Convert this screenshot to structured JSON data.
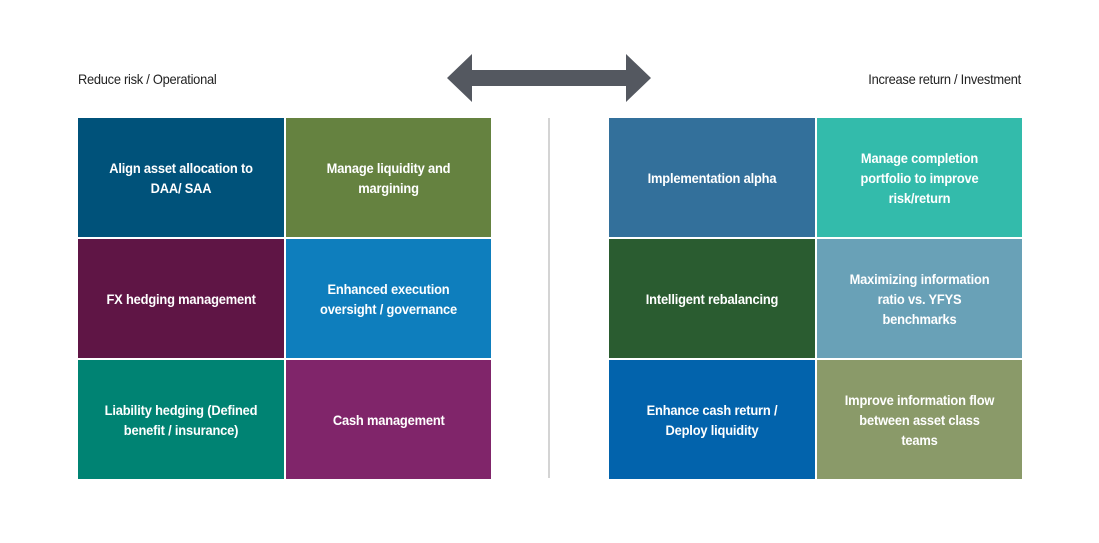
{
  "header": {
    "left_label": "Reduce risk / Operational",
    "right_label": "Increase return / Investment",
    "arrow_icon": "double-headed-arrow",
    "arrow_color": "#545860"
  },
  "left_grid": {
    "cells": [
      {
        "label": "Align asset allocation to DAA/ SAA",
        "color": "#00527a"
      },
      {
        "label": "Manage liquidity and margining",
        "color": "#658240"
      },
      {
        "label": "FX hedging management",
        "color": "#5f1545"
      },
      {
        "label": "Enhanced execution oversight / governance",
        "color": "#0e7ebd"
      },
      {
        "label": "Liability hedging (Defined benefit / insurance)",
        "color": "#008373"
      },
      {
        "label": "Cash management",
        "color": "#80256a"
      }
    ]
  },
  "right_grid": {
    "cells": [
      {
        "label": "Implementation alpha",
        "color": "#33709b"
      },
      {
        "label": "Manage completion portfolio to improve risk/return",
        "color": "#33bbab"
      },
      {
        "label": "Intelligent rebalancing",
        "color": "#2a5c30"
      },
      {
        "label": "Maximizing information ratio vs. YFYS benchmarks",
        "color": "#69a1b7"
      },
      {
        "label": "Enhance cash return / Deploy liquidity",
        "color": "#0263ac"
      },
      {
        "label": "Improve information flow between asset class teams",
        "color": "#8a9a69"
      }
    ]
  }
}
